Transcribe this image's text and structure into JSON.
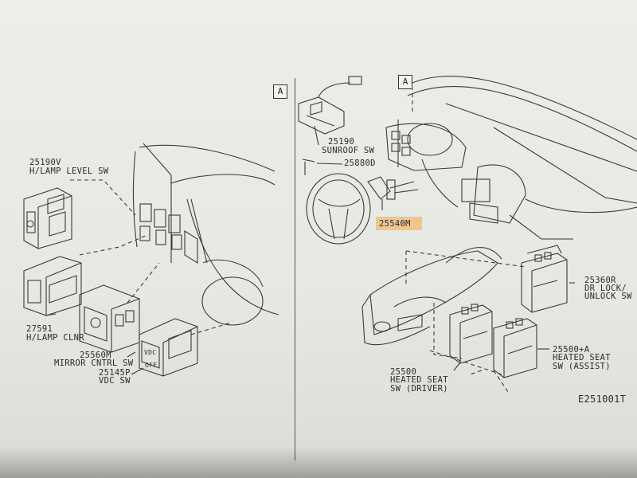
{
  "view_markers": {
    "left": "A",
    "right": "A"
  },
  "labels": {
    "lamp_level_num": "25190V",
    "lamp_level_name": "H/LAMP LEVEL SW",
    "lamp_clnr_num": "27591",
    "lamp_clnr_name": "H/LAMP CLNR",
    "mirror_num": "25560M",
    "mirror_name": "MIRROR CNTRL SW",
    "vdc_num": "25145P",
    "vdc_name": "VDC SW",
    "vdc_button_1": "VDC",
    "vdc_button_2": "OFF",
    "sunroof_num": "25190",
    "sunroof_name": "SUNROOF SW",
    "screw_num": "25880D",
    "combo_num": "25540M",
    "door_lock_num": "25360R",
    "door_lock_line1": "DR LOCK/",
    "door_lock_line2": "UNLOCK SW",
    "heated_assist_num": "25500+A",
    "heated_assist_line1": "HEATED SEAT",
    "heated_assist_line2": "SW (ASSIST)",
    "heated_driver_num": "25500",
    "heated_driver_line1": "HEATED SEAT",
    "heated_driver_line2": "SW (DRIVER)",
    "figure_code": "E251001T"
  },
  "colors": {
    "highlight": "#f0c487",
    "ink": "#2b2b2b",
    "paper": "#eceee9"
  },
  "icons": [
    "headlamp-icon",
    "mirror-icon"
  ]
}
